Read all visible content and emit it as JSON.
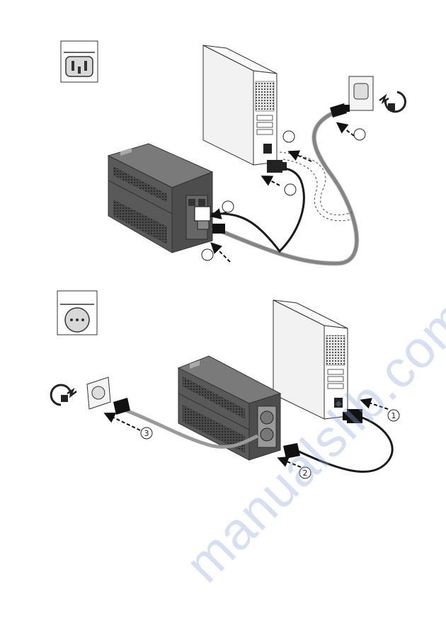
{
  "figure_top": {
    "socket_type": "iec-c13-outlet",
    "step_labels": [
      "",
      "",
      "",
      ""
    ]
  },
  "figure_bottom": {
    "socket_type": "schuko-outlet",
    "step_labels": [
      "1",
      "2",
      "3"
    ]
  },
  "watermark": {
    "text": "manualslib.com"
  },
  "colors": {
    "line": "#333333",
    "ups_body": "#5a5a5a",
    "ups_top": "#7a7a7a",
    "pc_body": "#f4f4f4",
    "cable_gray": "#9a9a9a",
    "cable_black": "#1a1a1a",
    "watermark": "#8fa6d6"
  }
}
